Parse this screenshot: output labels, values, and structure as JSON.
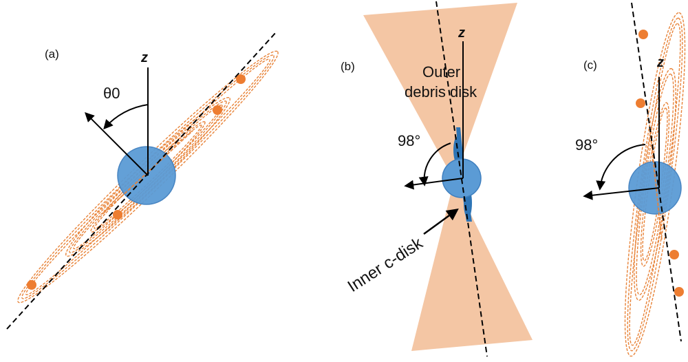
{
  "panels": [
    {
      "id": "a",
      "label": "(a)",
      "axis_label": "z",
      "angle_label": "θ0"
    },
    {
      "id": "b",
      "label": "(b)",
      "axis_label": "z",
      "angle_label": "98°",
      "outer_label_line1": "Outer",
      "outer_label_line2": "debris disk",
      "inner_label": "Inner c-disk"
    },
    {
      "id": "c",
      "label": "(c)",
      "axis_label": "z",
      "angle_label": "98°"
    }
  ],
  "colors": {
    "star": "#5b9bd5",
    "star_edge": "#3f7fbf",
    "orbit": "#e8843a",
    "particle": "#ed7d31",
    "cone": "#f3c09a",
    "inner_disk": "#2e75b6",
    "line": "#000000"
  }
}
